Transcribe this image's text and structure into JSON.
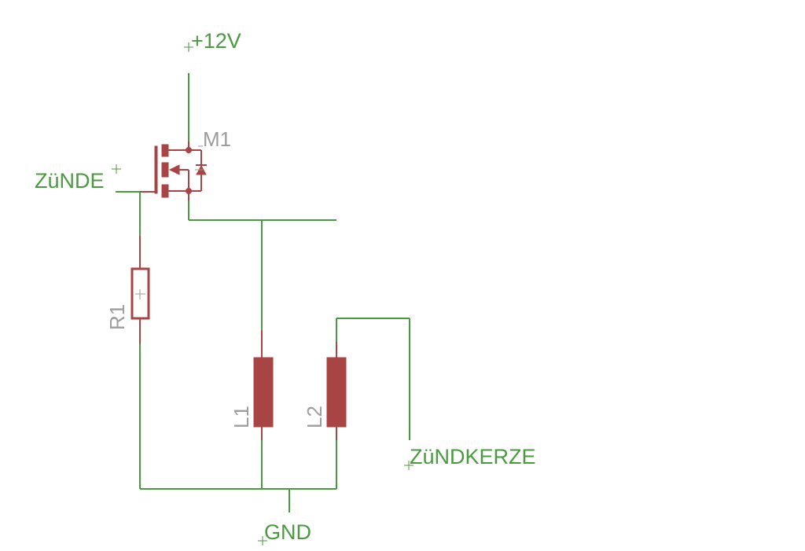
{
  "schematic": {
    "title": "",
    "colors": {
      "net": "#4a9a3f",
      "component": "#a94444",
      "name_label": "#9d9d9d",
      "background": "#ffffff"
    },
    "supplies": {
      "vcc": {
        "label": "+12V"
      },
      "gnd": {
        "label": "GND"
      }
    },
    "net_labels": {
      "gate_input": "ZüNDE",
      "spark_plug": "ZüNDKERZE"
    },
    "components": {
      "m1": {
        "name": "M1",
        "type": "N-channel MOSFET"
      },
      "r1": {
        "name": "R1",
        "type": "resistor"
      },
      "l1": {
        "name": "L1",
        "type": "inductor"
      },
      "l2": {
        "name": "L2",
        "type": "inductor"
      }
    }
  }
}
